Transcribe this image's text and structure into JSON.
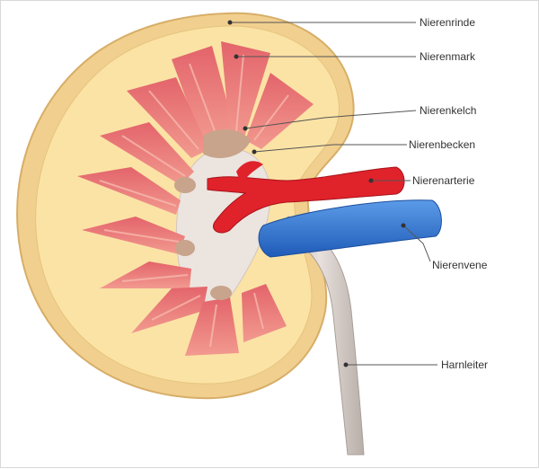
{
  "diagram": {
    "labels": [
      {
        "id": "nierenrinde",
        "text": "Nierenrinde"
      },
      {
        "id": "nierenmark",
        "text": "Nierenmark"
      },
      {
        "id": "nierenkelch",
        "text": "Nierenkelch"
      },
      {
        "id": "nierenbecken",
        "text": "Nierenbecken"
      },
      {
        "id": "nierenarterie",
        "text": "Nierenarterie"
      },
      {
        "id": "nierenvene",
        "text": "Nierenvene"
      },
      {
        "id": "harnleiter",
        "text": "Harnleiter"
      }
    ]
  },
  "colors": {
    "capsule": "#f1cf8e",
    "cortex": "#fbe3a5",
    "medulla": "#e8757a",
    "medulla_stripe": "#f3a5a0",
    "pelvis": "#ece4df",
    "calyx": "#c7a48b",
    "artery": "#e0222b",
    "vein": "#2f72d0",
    "ureter": "#cfc6c1",
    "leader": "#555555"
  }
}
